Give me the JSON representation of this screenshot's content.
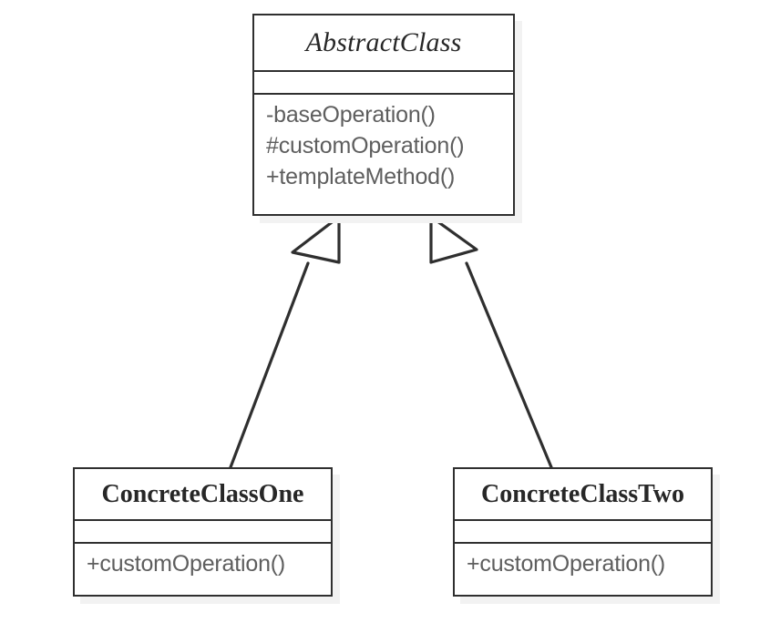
{
  "diagram": {
    "type": "uml-class-diagram",
    "pattern": "Template Method",
    "background_color": "#ffffff",
    "border_color": "#2f2f2f",
    "shadow_color": "#f2f2f2",
    "name_text_color": "#272727",
    "operation_text_color": "#5e5e5e"
  },
  "classes": {
    "abstract": {
      "name": "AbstractClass",
      "stereotype": "abstract",
      "attributes": [],
      "operations": [
        "-baseOperation()",
        "#customOperation()",
        "+templateMethod()"
      ]
    },
    "concrete_one": {
      "name": "ConcreteClassOne",
      "stereotype": "concrete",
      "attributes": [],
      "operations": [
        "+customOperation()"
      ]
    },
    "concrete_two": {
      "name": "ConcreteClassTwo",
      "stereotype": "concrete",
      "attributes": [],
      "operations": [
        "+customOperation()"
      ]
    }
  },
  "relationships": [
    {
      "kind": "generalization",
      "from": "ConcreteClassOne",
      "to": "AbstractClass",
      "arrow_head": "hollow-triangle"
    },
    {
      "kind": "generalization",
      "from": "ConcreteClassTwo",
      "to": "AbstractClass",
      "arrow_head": "hollow-triangle"
    }
  ]
}
